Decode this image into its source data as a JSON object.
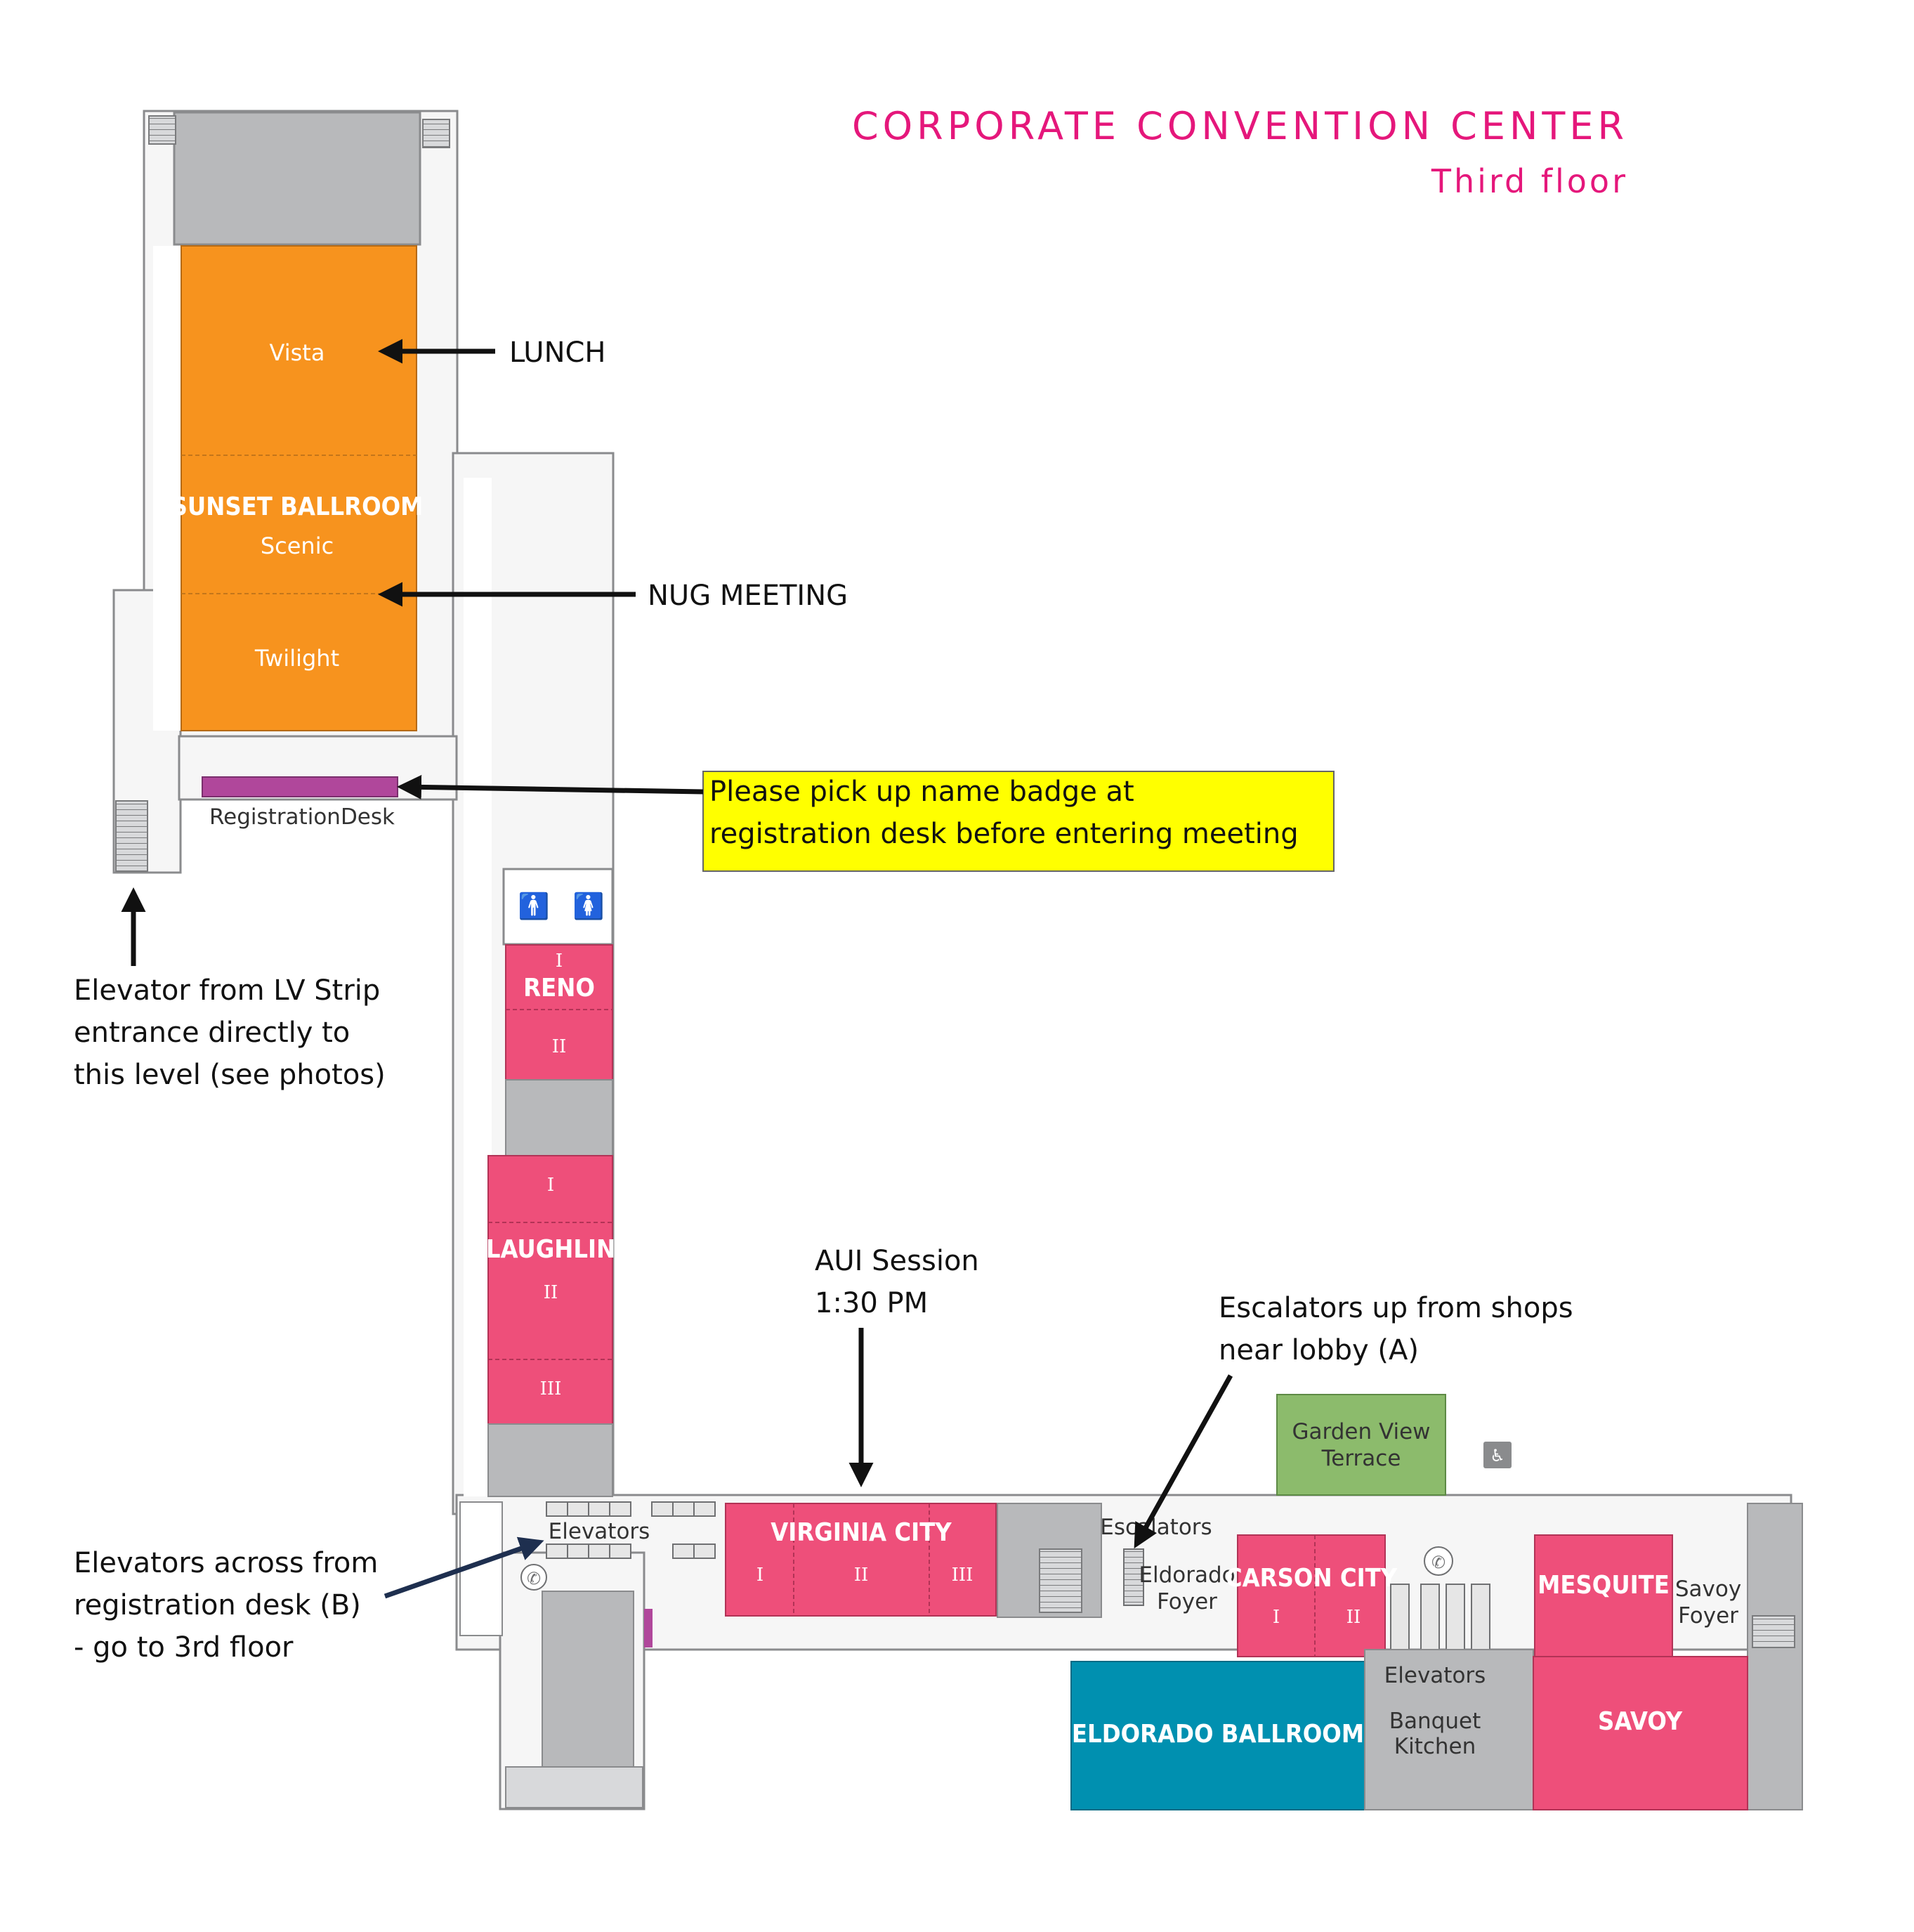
{
  "title": "CORPORATE CONVENTION CENTER",
  "subtitle": "Third floor",
  "colors": {
    "orange": "#f7931e",
    "pink": "#ee4f7a",
    "teal": "#0090b0",
    "green": "#8cbb6c",
    "gray": "#b8b9bb",
    "magenta": "#b0479b",
    "yellow": "#ffff00",
    "title": "#e5177b"
  },
  "rooms": {
    "vista": "Vista",
    "sunset": "SUNSET BALLROOM",
    "scenic": "Scenic",
    "twilight": "Twilight",
    "registration": "RegistrationDesk",
    "reno": "RENO",
    "laughlin": "LAUGHLIN",
    "virginia_city": "VIRGINIA CITY",
    "carson_city": "CARSON CITY",
    "mesquite": "MESQUITE",
    "savoy": "SAVOY",
    "eldorado_ballroom": "ELDORADO BALLROOM",
    "garden_view_1": "Garden View",
    "garden_view_2": "Terrace",
    "elevators_left": "Elevators",
    "escalators": "Escalators",
    "eldorado_foyer_1": "Eldorado",
    "eldorado_foyer_2": "Foyer",
    "savoy_foyer_1": "Savoy",
    "savoy_foyer_2": "Foyer",
    "elevators_right": "Elevators",
    "banquet_1": "Banquet",
    "banquet_2": "Kitchen"
  },
  "roman": {
    "i": "I",
    "ii": "II",
    "iii": "III"
  },
  "annotations": {
    "lunch": "LUNCH",
    "nug": "NUG MEETING",
    "badge_1": "Please pick up name badge at",
    "badge_2": "registration desk before entering meeting",
    "lv_1": "Elevator from LV Strip",
    "lv_2": "entrance directly to",
    "lv_3": "this level (see photos)",
    "aui_1": "AUI Session",
    "aui_2": "1:30 PM",
    "esc_1": "Escalators up from shops",
    "esc_2": "near lobby (A)",
    "elev_b_1": "Elevators across from",
    "elev_b_2": "registration desk (B)",
    "elev_b_3": "- go to 3rd floor"
  },
  "icons": [
    "restroom-icon",
    "phone-icon",
    "stairs-icon",
    "elevator-icon"
  ]
}
